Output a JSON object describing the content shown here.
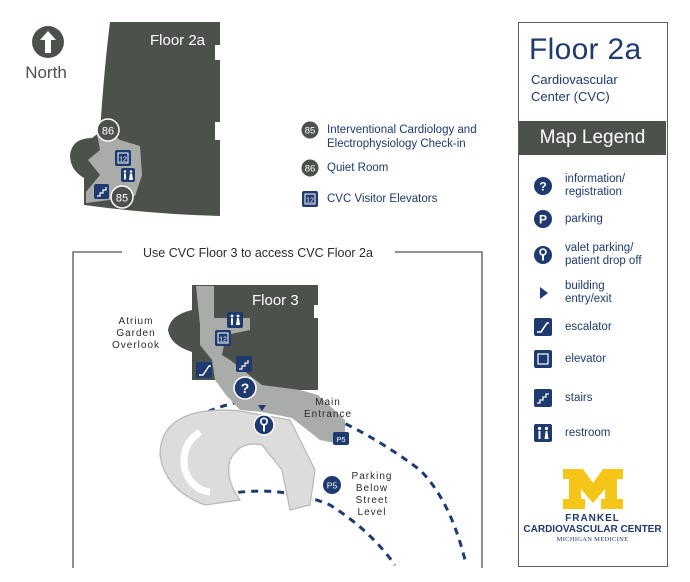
{
  "compass": {
    "label": "North",
    "icon": "north-arrow-icon"
  },
  "floor2a_map": {
    "floor_label": "Floor 2a",
    "markers": [
      {
        "number": "86",
        "description": "Quiet Room"
      },
      {
        "number": "85",
        "description": "Interventional Cardiology and Electrophysiology Check-in"
      },
      {
        "number": "12",
        "description": "CVC Visitor Elevators"
      }
    ]
  },
  "points_of_interest": [
    {
      "number": "85",
      "label_lines": [
        "Interventional Cardiology and",
        "Electrophysiology Check-in"
      ]
    },
    {
      "number": "86",
      "label_lines": [
        "Quiet Room"
      ]
    },
    {
      "number": "12",
      "label_lines": [
        "CVC Visitor Elevators"
      ]
    }
  ],
  "floor3_inset": {
    "caption": "Use CVC Floor 3 to access CVC Floor 2a",
    "floor_label": "Floor 3",
    "elevator_number": "12",
    "atrium_lines": [
      "Atrium",
      "Garden",
      "Overlook"
    ],
    "entrance_lines": [
      "Main",
      "Entrance"
    ],
    "parking_lines": [
      "Parking",
      "Below",
      "Street",
      "Level"
    ],
    "parking_structure": "P5",
    "parking_sign": "P5"
  },
  "legend": {
    "title": "Floor 2a",
    "subtitle_lines": [
      "Cardiovascular",
      "Center (CVC)"
    ],
    "heading": "Map Legend",
    "items": [
      {
        "icon": "information-icon",
        "label_lines": [
          "information/",
          "registration"
        ]
      },
      {
        "icon": "parking-icon",
        "label_lines": [
          "parking"
        ]
      },
      {
        "icon": "valet-parking-icon",
        "label_lines": [
          "valet parking/",
          "patient drop off"
        ]
      },
      {
        "icon": "building-entry-icon",
        "label_lines": [
          "building",
          "entry/exit"
        ]
      },
      {
        "icon": "escalator-icon",
        "label_lines": [
          "escalator"
        ]
      },
      {
        "icon": "elevator-icon",
        "label_lines": [
          "elevator"
        ]
      },
      {
        "icon": "stairs-icon",
        "label_lines": [
          "stairs"
        ]
      },
      {
        "icon": "restroom-icon",
        "label_lines": [
          "restroom"
        ]
      }
    ]
  },
  "logo": {
    "letter": "M",
    "name_line1": "FRANKEL",
    "name_line2": "CARDIOVASCULAR CENTER",
    "name_line3": "MICHIGAN MEDICINE",
    "color": "#f5c518"
  },
  "colors": {
    "building": "#4c524b",
    "corridor": "#a9aca8",
    "navy": "#1e3a6e",
    "maize": "#f5c518"
  }
}
